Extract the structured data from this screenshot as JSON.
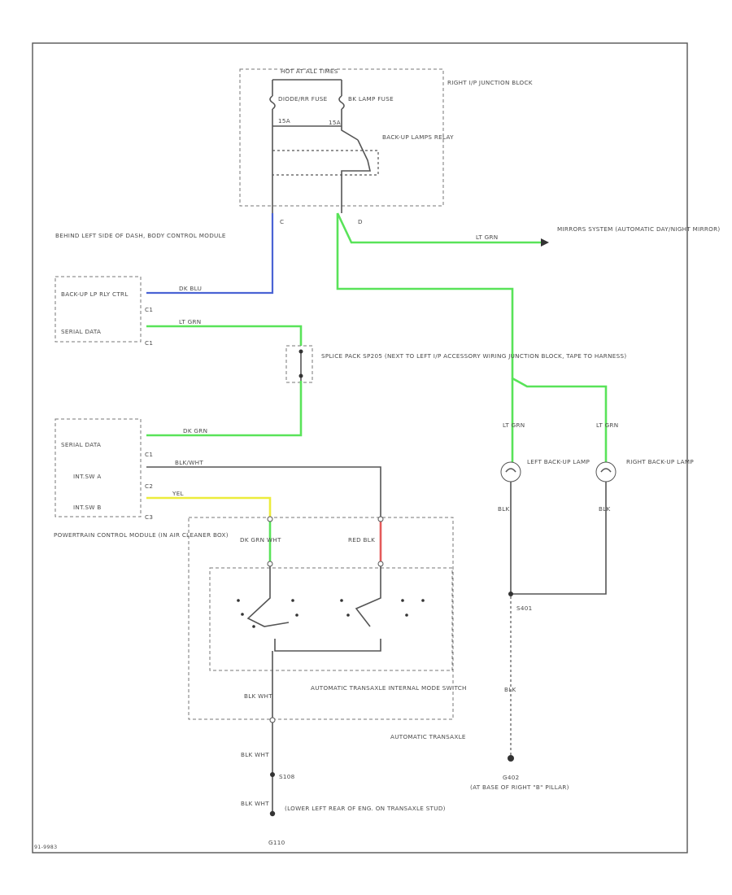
{
  "corner_id": "91-9983",
  "junction_block": {
    "header": "HOT AT ALL TIMES",
    "name": "RIGHT I/P JUNCTION BLOCK",
    "fuse1_label": "DIODE/RR FUSE",
    "fuse1_rating": "15A",
    "fuse2_label": "BK LAMP FUSE",
    "fuse2_rating": "15A",
    "relay": "BACK-UP LAMPS RELAY",
    "conn_left": "C",
    "conn_right": "D"
  },
  "mirror": {
    "wire": "LT GRN",
    "label": "MIRRORS SYSTEM (AUTOMATIC DAY/NIGHT MIRROR)"
  },
  "bcm": {
    "location": "BEHIND LEFT SIDE OF DASH, BODY CONTROL MODULE",
    "pin1_label": "BACK-UP LP RLY CTRL",
    "pin1_conn": "C1",
    "pin1_wire": "DK BLU",
    "pin2_label": "SERIAL DATA",
    "pin2_conn": "C1",
    "pin2_wire": "LT GRN"
  },
  "splice": {
    "label": "SPLICE PACK SP205 (NEXT TO LEFT I/P ACCESSORY WIRING JUNCTION BLOCK, TAPE TO HARNESS)"
  },
  "pcm": {
    "name": "POWERTRAIN CONTROL MODULE (IN AIR CLEANER BOX)",
    "pin1_label": "SERIAL DATA",
    "pin1_conn": "C1",
    "pin1_wire": "DK GRN",
    "pin2_label": "INT.SW A",
    "pin2_conn": "C2",
    "pin2_wire": "BLK/WHT",
    "pin3_label": "INT.SW B",
    "pin3_conn": "C3",
    "pin3_wire": "YEL"
  },
  "switch": {
    "wire_left": "DK GRN WHT",
    "wire_right": "RED BLK",
    "name": "AUTOMATIC TRANSAXLE INTERNAL MODE SWITCH",
    "outer": "AUTOMATIC TRANSAXLE",
    "ground_wire": "BLK WHT",
    "splice": "S108",
    "ground_desc": "(LOWER LEFT REAR OF ENG. ON TRANSAXLE STUD)",
    "ground_id": "G110"
  },
  "lamps": {
    "left_wire": "LT GRN",
    "right_wire": "LT GRN",
    "left_label": "LEFT BACK-UP LAMP",
    "right_label": "RIGHT BACK-UP LAMP",
    "ground_wire": "BLK",
    "splice": "S401",
    "ground_id": "G402",
    "ground_desc": "(AT BASE OF RIGHT \"B\" PILLAR)"
  }
}
